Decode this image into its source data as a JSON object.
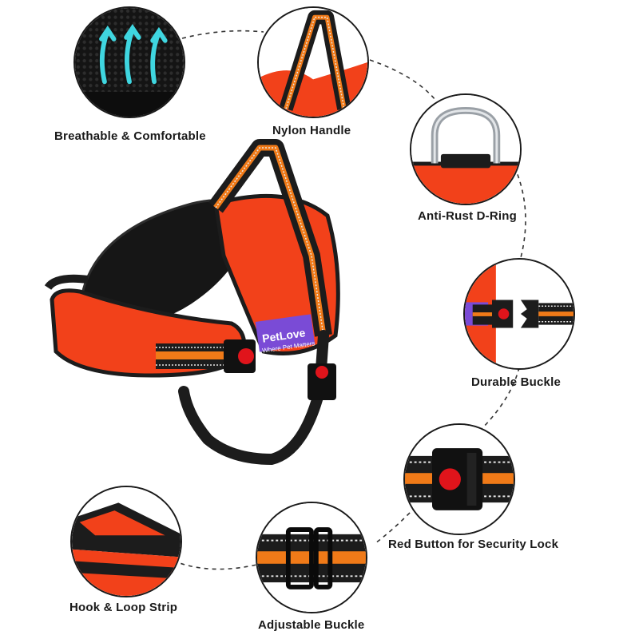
{
  "colors": {
    "harness_orange": "#f2411a",
    "strap_black": "#1c1c1c",
    "reflective": "#e8e8e8",
    "stripe_orange": "#f07a18",
    "lock_red": "#e0141b",
    "brand_purple": "#7a4bd6",
    "mesh_black": "#161616",
    "airflow_cyan": "#3fd6e0"
  },
  "brand": {
    "name": "PetLove",
    "tagline": "Where Pet Matters"
  },
  "features": [
    {
      "id": "breathable",
      "label": "Breathable & Comfortable",
      "icon": "airflow-arrows-icon"
    },
    {
      "id": "handle",
      "label": "Nylon Handle",
      "icon": "handle-icon"
    },
    {
      "id": "dring",
      "label": "Anti-Rust D-Ring",
      "icon": "d-ring-icon"
    },
    {
      "id": "buckle",
      "label": "Durable Buckle",
      "icon": "buckle-icon"
    },
    {
      "id": "redbutton",
      "label": "Red Button for Security Lock",
      "icon": "lock-button-icon"
    },
    {
      "id": "adjust",
      "label": "Adjustable Buckle",
      "icon": "slider-buckle-icon"
    },
    {
      "id": "hookloop",
      "label": "Hook & Loop Strip",
      "icon": "velcro-strip-icon"
    }
  ]
}
